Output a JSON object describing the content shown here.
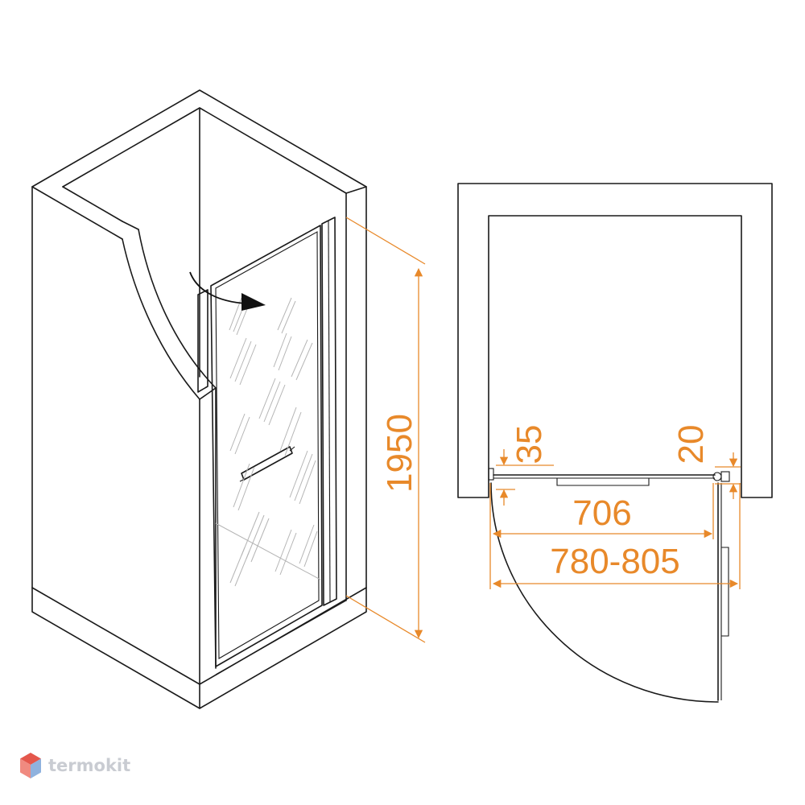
{
  "dimensions": {
    "height": "1950",
    "door_width": "706",
    "opening_range": "780-805",
    "hinge_profile": "35",
    "wall_profile": "20"
  },
  "icons": [
    "swing-arrow-icon",
    "termokit-logo-icon"
  ],
  "colors": {
    "dimension": "#e8892a",
    "line": "#1a1a1a",
    "brand": "#c9ccd2",
    "logo_red": "#e4574c",
    "logo_blue": "#8fb2de"
  },
  "brand": {
    "name": "termokit"
  }
}
